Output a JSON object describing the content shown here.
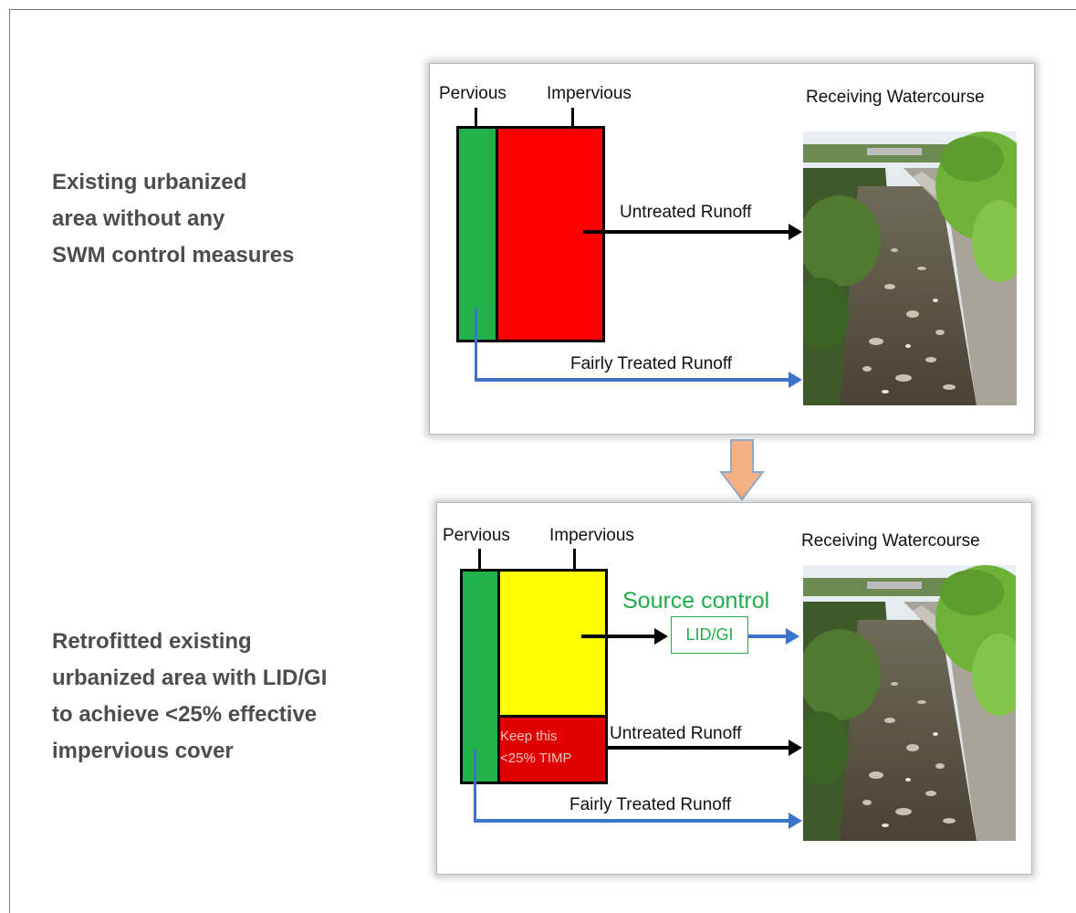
{
  "descriptions": {
    "top": [
      "Existing urbanized",
      "area without any",
      "SWM control measures"
    ],
    "bottom": [
      "Retrofitted existing",
      "urbanized area with LID/GI",
      "to achieve <25% effective",
      "impervious cover"
    ]
  },
  "top_panel": {
    "pervious": "Pervious",
    "impervious": "Impervious",
    "receiving": "Receiving Watercourse",
    "untreated": "Untreated Runoff",
    "fairly_treated": "Fairly Treated Runoff"
  },
  "bottom_panel": {
    "pervious": "Pervious",
    "impervious": "Impervious",
    "receiving": "Receiving Watercourse",
    "source_control": "Source control",
    "lid_gi": "LID/GI",
    "untreated": "Untreated Runoff",
    "fairly_treated": "Fairly Treated Runoff",
    "keep_line1": "Keep this",
    "keep_line2": "<25% TIMP"
  },
  "colors": {
    "pervious": "#22b24c",
    "impervious": "#ff0000",
    "retrofit_impervious": "#ffff00",
    "fairly_treated_arrow": "#3b74c9",
    "source_control": "#1fae4b",
    "transition_arrow": "#f4b183"
  },
  "icons": {
    "transition": "down-arrow-icon",
    "photo": "stream-photo"
  }
}
